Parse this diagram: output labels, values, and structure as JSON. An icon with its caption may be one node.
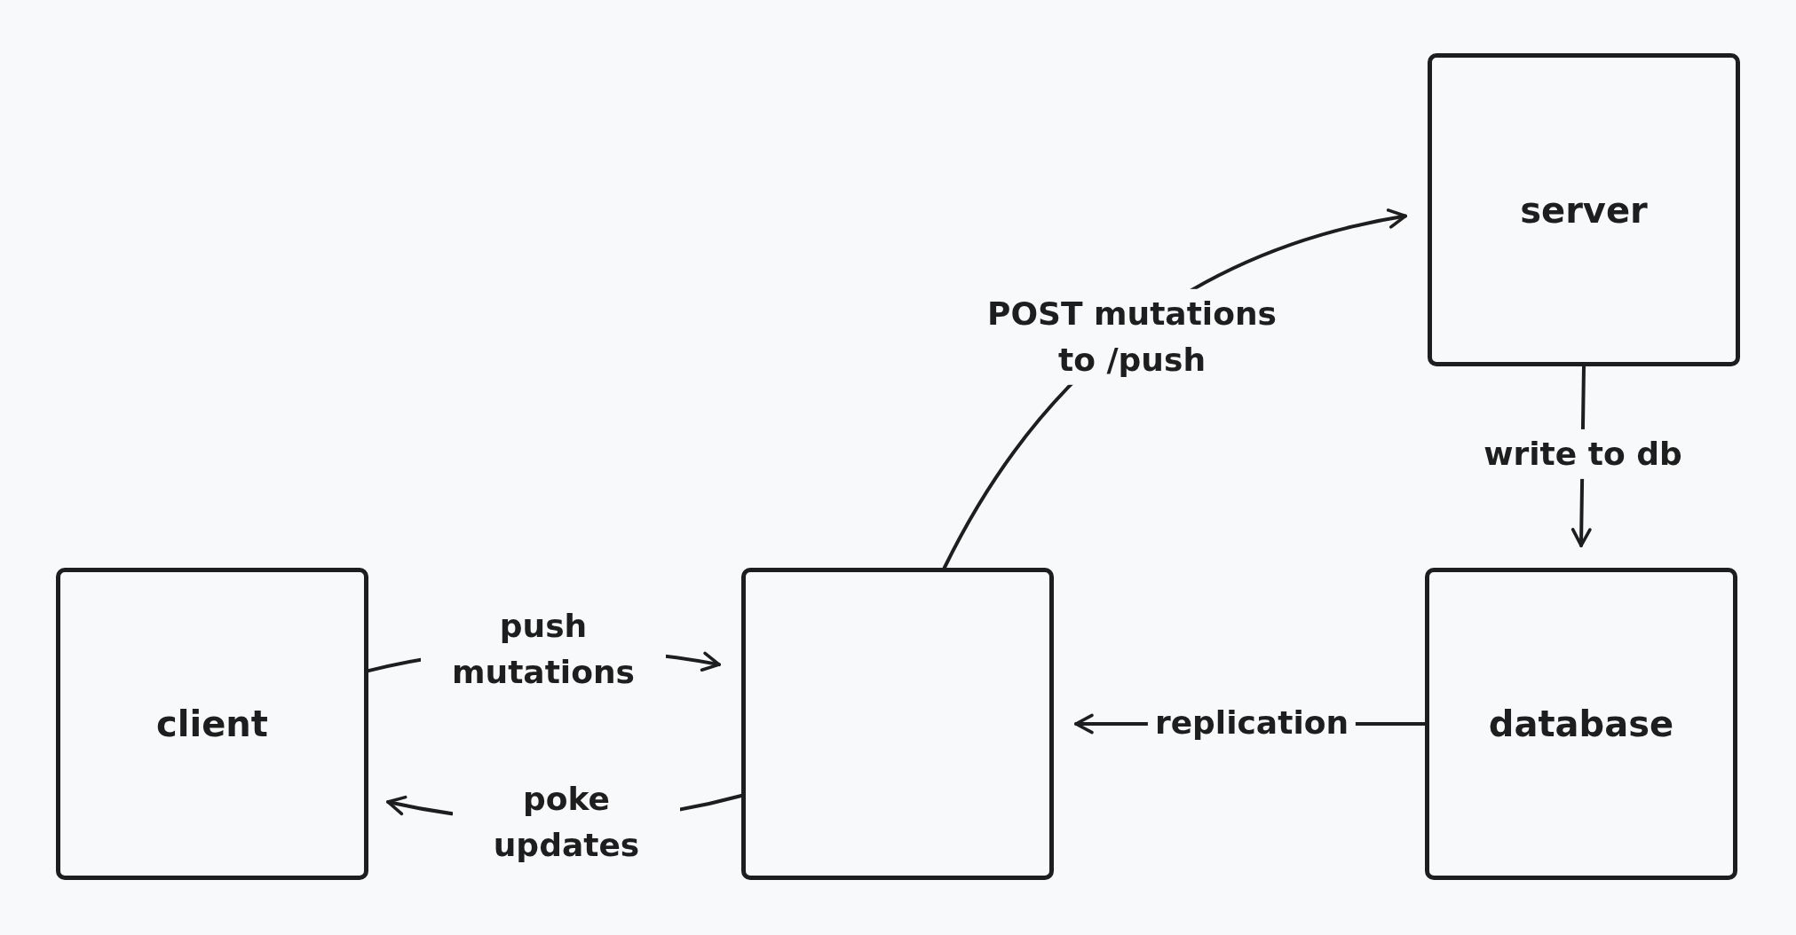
{
  "diagram": {
    "nodes": [
      {
        "text": [
          "client"
        ]
      },
      {
        "text": [],
        "shape": "box"
      },
      {
        "text": [
          "server"
        ]
      },
      {
        "text": [
          "database"
        ]
      }
    ],
    "edges": [
      {
        "from": 0,
        "to": 1,
        "arrow": "to",
        "label": "push mutations"
      },
      {
        "from": 1,
        "to": 0,
        "arrow": "to",
        "label": "poke updates"
      },
      {
        "from": 3,
        "to": 1,
        "arrow": "to",
        "label": "replication"
      },
      {
        "from": 1,
        "to": 2,
        "arrow": "to",
        "label": "POST mutations to /push"
      },
      {
        "from": 2,
        "to": 3,
        "arrow": "to",
        "label": "write to db"
      }
    ]
  }
}
